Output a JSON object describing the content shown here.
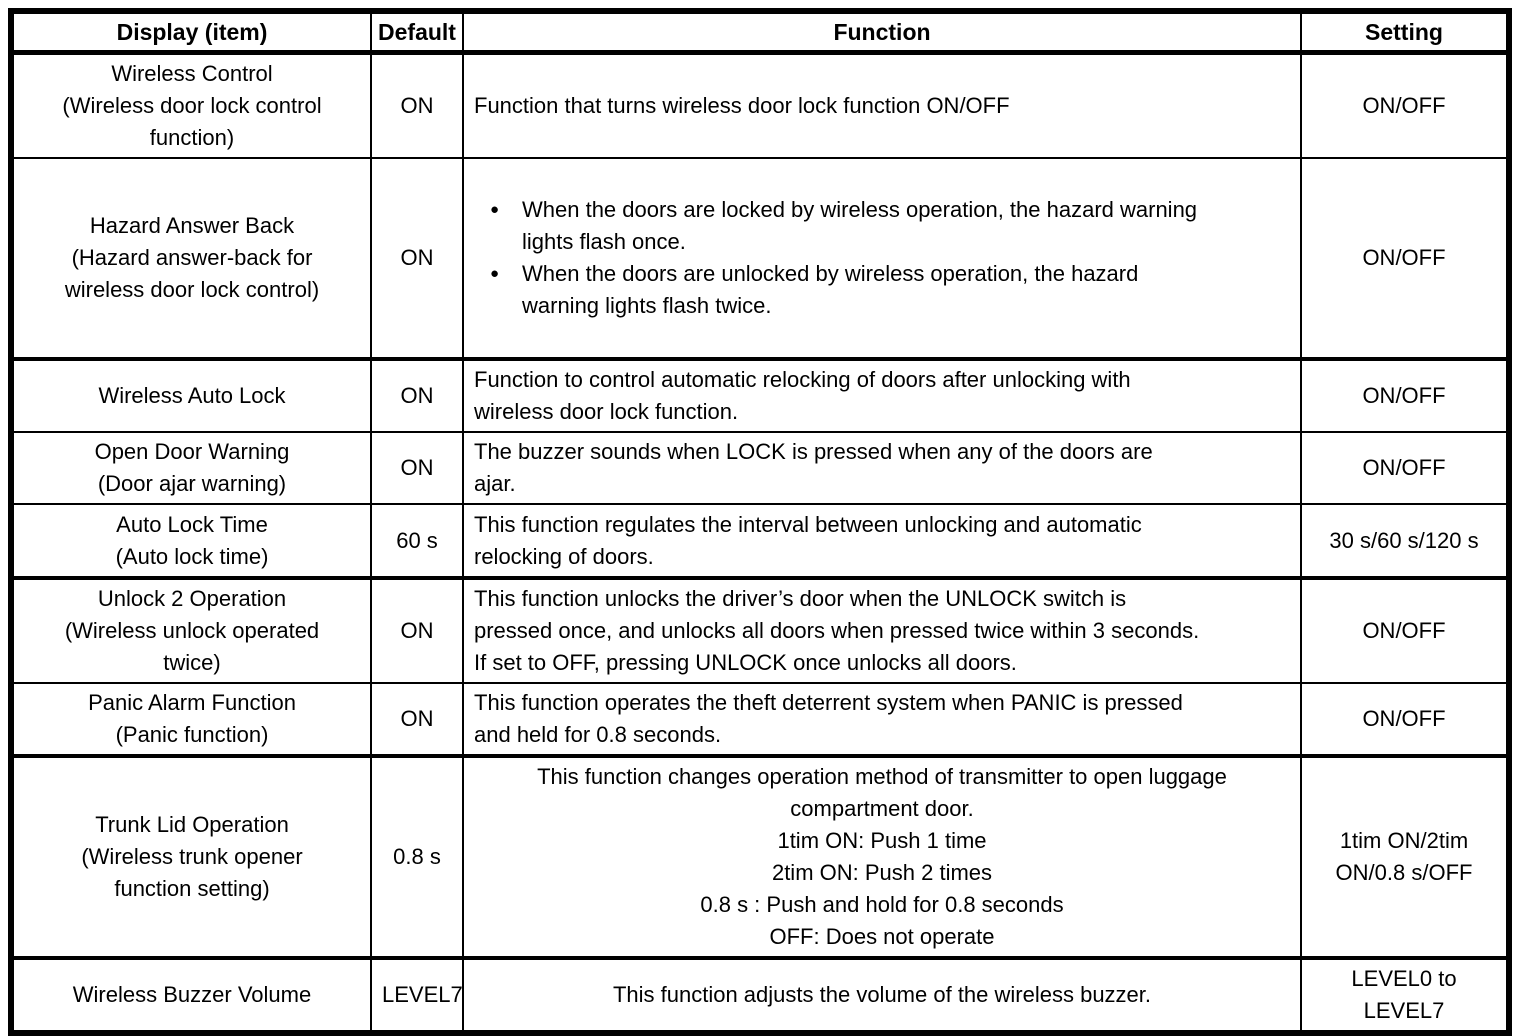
{
  "header": {
    "columns": [
      "Display (item)",
      "Default",
      "Function",
      "Setting"
    ]
  },
  "icons": {
    "bullet": "●"
  },
  "rows": [
    {
      "display": "Wireless Control\n(Wireless door lock control\nfunction)",
      "default": "ON",
      "function": "Function that turns wireless door lock function ON/OFF",
      "setting": "ON/OFF"
    },
    {
      "display": "Hazard Answer Back\n(Hazard answer-back for\nwireless door lock control)",
      "default": "ON",
      "bullets": [
        "When the doors are locked by wireless operation, the hazard warning\nlights flash once.",
        "When the doors are unlocked by wireless operation, the hazard\nwarning lights flash twice."
      ],
      "setting": "ON/OFF"
    },
    {
      "display": "Wireless Auto Lock",
      "default": "ON",
      "function": "Function to control automatic relocking of doors after unlocking with\nwireless door lock function.",
      "setting": "ON/OFF"
    },
    {
      "display": "Open Door Warning\n(Door ajar warning)",
      "default": "ON",
      "function": "The buzzer sounds when LOCK is pressed when any of the doors are\najar.",
      "setting": "ON/OFF"
    },
    {
      "display": "Auto Lock Time\n(Auto lock time)",
      "default": "60 s",
      "function": "This function regulates the interval between unlocking and automatic\nrelocking of doors.",
      "setting": "30 s/60 s/120 s"
    },
    {
      "display": "Unlock 2 Operation\n(Wireless unlock operated\ntwice)",
      "default": "ON",
      "function": "This function unlocks the driver’s door when the UNLOCK switch is\npressed once, and unlocks all doors when pressed twice within 3 seconds.\nIf set to OFF, pressing UNLOCK once unlocks all doors.",
      "setting": "ON/OFF"
    },
    {
      "display": "Panic Alarm Function\n(Panic function)",
      "default": "ON",
      "function": "This function operates the theft deterrent system when PANIC is pressed\nand held for 0.8 seconds.",
      "setting": "ON/OFF"
    },
    {
      "display": "Trunk Lid Operation\n(Wireless trunk opener\nfunction setting)",
      "default": "0.8 s",
      "function": "This function changes operation method of transmitter to open luggage\ncompartment door.\n1tim ON: Push 1 time\n2tim ON: Push 2 times\n0.8 s : Push and hold for 0.8 seconds\nOFF: Does not operate",
      "setting": "1tim ON/2tim\nON/0.8 s/OFF"
    },
    {
      "display": "Wireless Buzzer Volume",
      "default": "LEVEL7",
      "function": "This function adjusts the volume of the wireless buzzer.",
      "setting": "LEVEL0 to\nLEVEL7"
    }
  ]
}
